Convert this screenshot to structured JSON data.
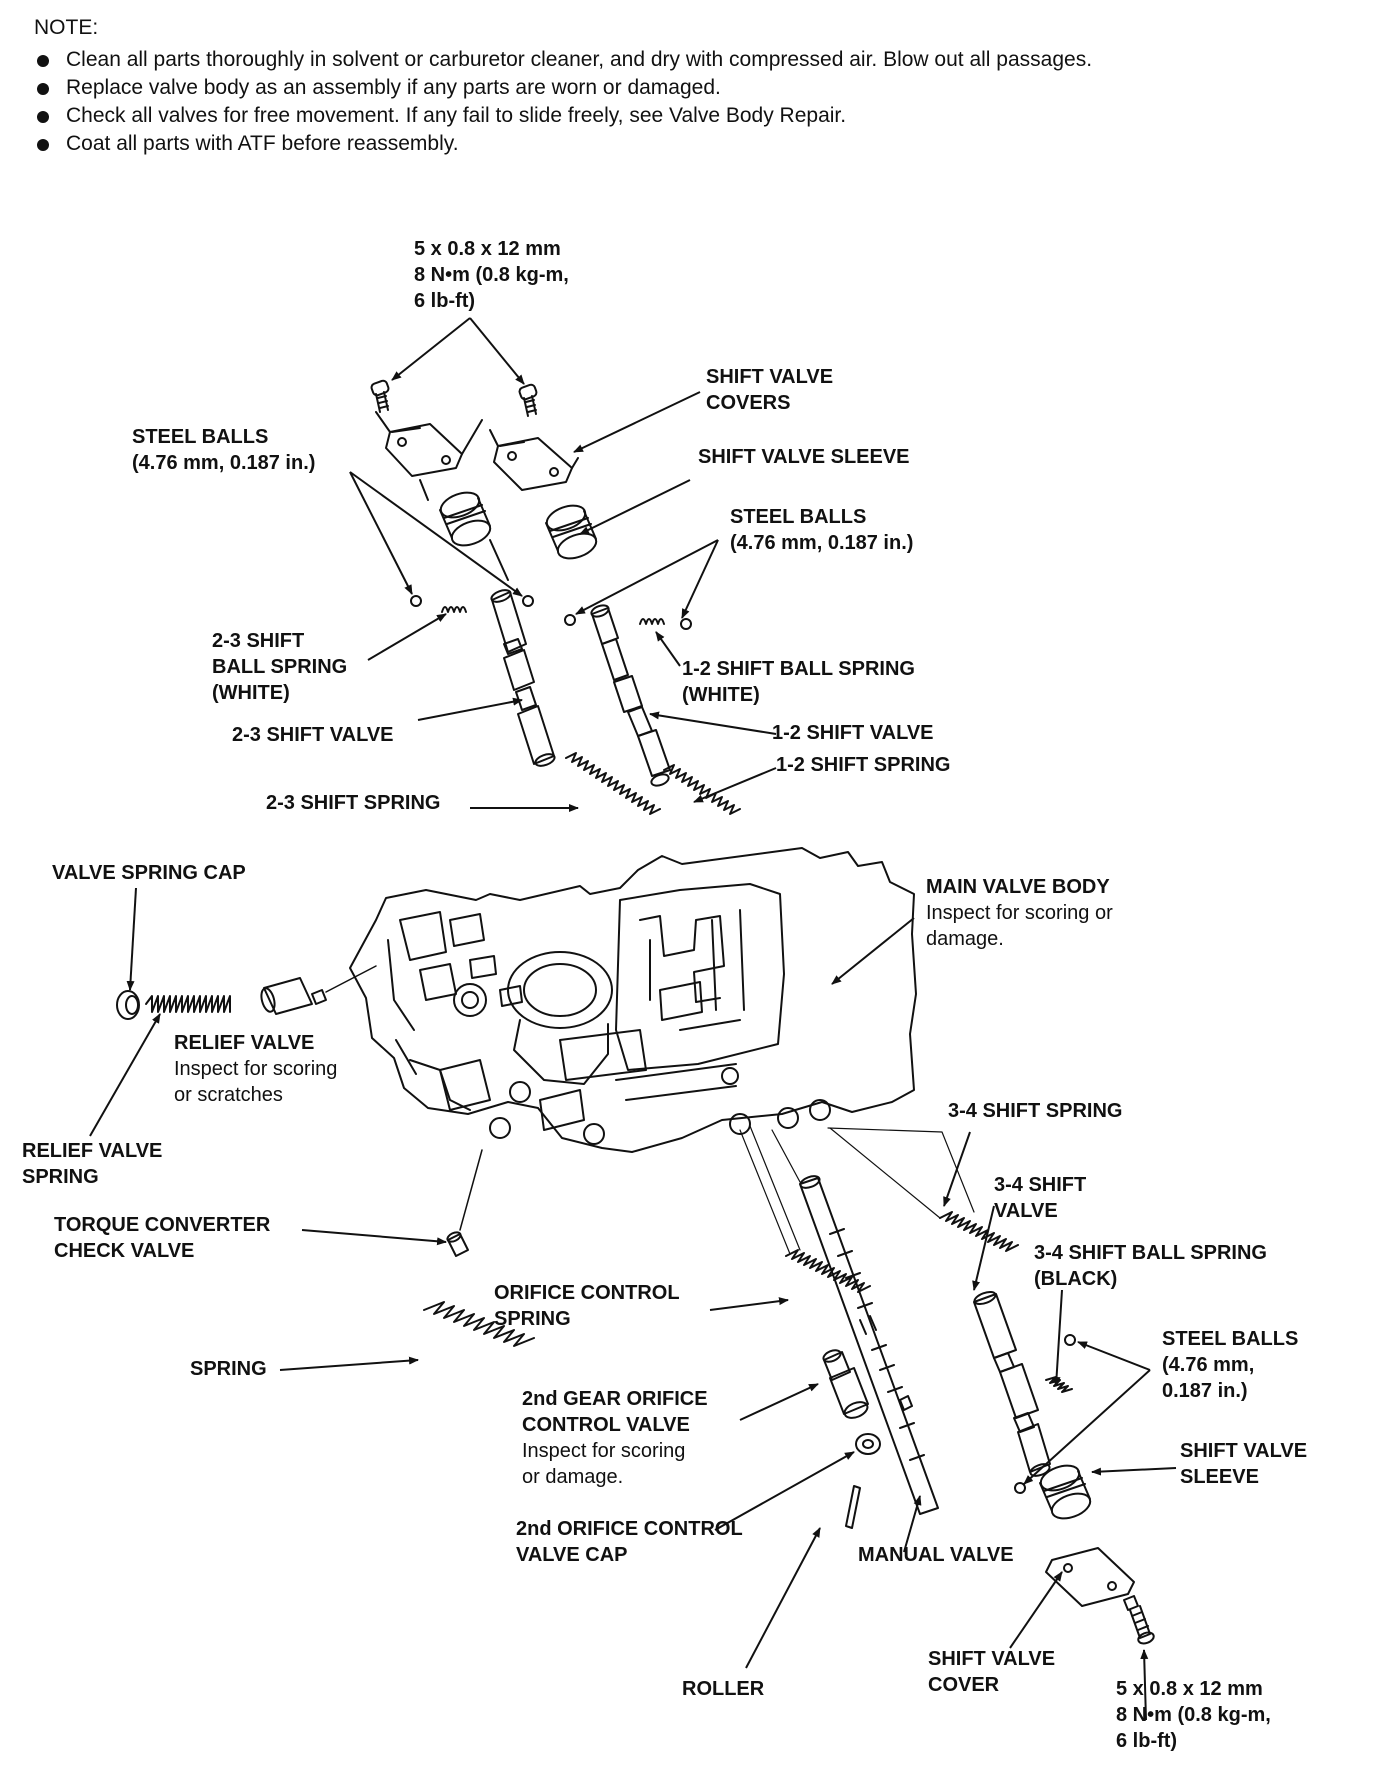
{
  "notes": {
    "title": "NOTE:",
    "items": [
      "Clean all parts thoroughly in solvent or carburetor cleaner, and dry with compressed air. Blow out all passages.",
      "Replace valve body as an assembly if any parts are worn or damaged.",
      "Check all valves for free movement. If any fail to slide freely, see Valve Body Repair.",
      "Coat all parts with ATF before reassembly."
    ]
  },
  "labels": {
    "bolt_top": [
      "5 x 0.8 x 12 mm",
      "8 N•m (0.8 kg-m,",
      "6 lb-ft)"
    ],
    "shift_valve_covers": [
      "SHIFT VALVE",
      "COVERS"
    ],
    "steel_balls_left": [
      "STEEL BALLS",
      "(4.76 mm, 0.187 in.)"
    ],
    "shift_valve_sleeve_top": [
      "SHIFT VALVE SLEEVE"
    ],
    "steel_balls_mid": [
      "STEEL BALLS",
      "(4.76 mm, 0.187 in.)"
    ],
    "shift_23_ball_spring": [
      "2-3 SHIFT",
      "BALL SPRING",
      "(WHITE)"
    ],
    "shift_12_ball_spring": [
      "1-2 SHIFT BALL SPRING",
      "(WHITE)"
    ],
    "shift_23_valve": [
      "2-3 SHIFT VALVE"
    ],
    "shift_12_valve": [
      "1-2 SHIFT VALVE"
    ],
    "shift_12_spring": [
      "1-2 SHIFT SPRING"
    ],
    "shift_23_spring": [
      "2-3 SHIFT SPRING"
    ],
    "valve_spring_cap": [
      "VALVE SPRING CAP"
    ],
    "main_valve_body": {
      "title": "MAIN VALVE BODY",
      "note": [
        "Inspect for scoring or",
        "damage."
      ]
    },
    "relief_valve": {
      "title": "RELIEF VALVE",
      "note": [
        "Inspect for scoring",
        "or scratches"
      ]
    },
    "relief_valve_spring": [
      "RELIEF VALVE",
      "SPRING"
    ],
    "shift_34_spring": [
      "3-4 SHIFT SPRING"
    ],
    "shift_34_valve": [
      "3-4 SHIFT",
      "VALVE"
    ],
    "torque_converter_check_valve": [
      "TORQUE CONVERTER",
      "CHECK VALVE"
    ],
    "shift_34_ball_spring": [
      "3-4 SHIFT BALL SPRING",
      "(BLACK)"
    ],
    "orifice_control_spring": [
      "ORIFICE CONTROL",
      "SPRING"
    ],
    "steel_balls_right": [
      "STEEL BALLS",
      "(4.76 mm,",
      "0.187 in.)"
    ],
    "spring": [
      "SPRING"
    ],
    "second_gear_orifice_control_valve": {
      "title": [
        "2nd GEAR ORIFICE",
        "CONTROL VALVE"
      ],
      "note": [
        "Inspect for scoring",
        "or damage."
      ]
    },
    "shift_valve_sleeve_bottom": [
      "SHIFT VALVE",
      "SLEEVE"
    ],
    "second_orifice_control_valve_cap": [
      "2nd ORIFICE CONTROL",
      "VALVE CAP"
    ],
    "manual_valve": [
      "MANUAL VALVE"
    ],
    "shift_valve_cover": [
      "SHIFT VALVE",
      "COVER"
    ],
    "roller": [
      "ROLLER"
    ],
    "bolt_bottom": [
      "5 x 0.8 x 12 mm",
      "8 N•m (0.8 kg-m,",
      "6 lb-ft)"
    ]
  }
}
